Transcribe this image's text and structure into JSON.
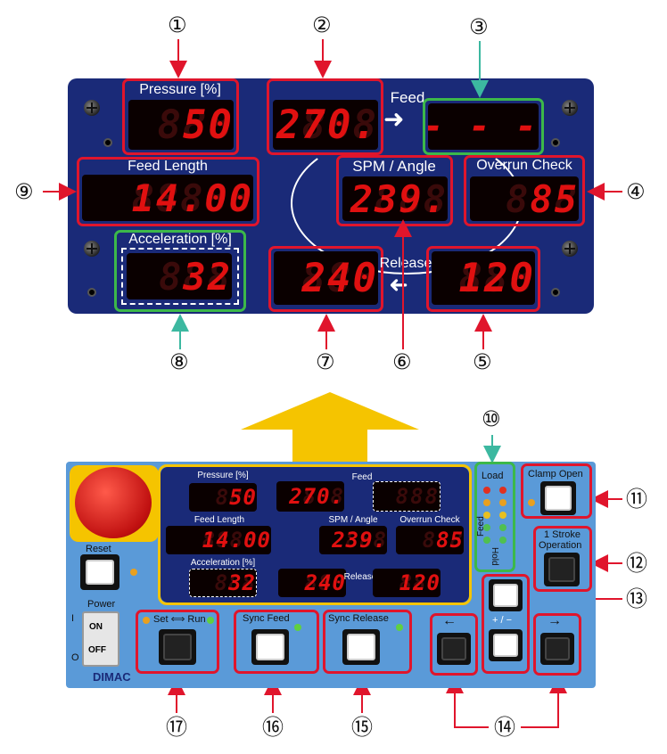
{
  "callouts": [
    "①",
    "②",
    "③",
    "④",
    "⑤",
    "⑥",
    "⑦",
    "⑧",
    "⑨",
    "⑩",
    "⑪",
    "⑫",
    "⑬",
    "⑭",
    "⑮",
    "⑯",
    "⑰"
  ],
  "top_panel": {
    "pressure_label": "Pressure [%]",
    "pressure_value": "50",
    "feed_value": "270.",
    "feed_label": "Feed",
    "feed_indicator": "- - -",
    "feed_length_label": "Feed Length",
    "feed_length_value": "14.00",
    "spm_label": "SPM / Angle",
    "spm_value": "239.",
    "overrun_label": "Overrun Check",
    "overrun_value": "85",
    "accel_label": "Acceleration [%]",
    "accel_value": "32",
    "release_value": "240",
    "release_label": "Release",
    "release_right_value": "120"
  },
  "bottom_panel": {
    "reset_label": "Reset",
    "power_label": "Power",
    "power_on": "ON",
    "power_off": "OFF",
    "power_i": "I",
    "power_o": "O",
    "brand": "DIMAC",
    "pressure_label": "Pressure [%]",
    "pressure_value": "50",
    "feed_label": "Feed",
    "feed_value": "270.",
    "feed_indicator": "888",
    "feed_length_label": "Feed Length",
    "feed_length_value": "14.00",
    "spm_label": "SPM / Angle",
    "spm_value": "239.",
    "overrun_label": "Overrun Check",
    "overrun_value": "85",
    "accel_label": "Acceleration [%]",
    "accel_value": "32",
    "release_label": "Release",
    "release_value": "240",
    "release_right_value": "120",
    "load_label": "Load",
    "feed_vertical": "Feed",
    "hold_vertical": "Hold",
    "clamp_open_label": "Clamp Open",
    "one_stroke_label_1": "1 Stroke",
    "one_stroke_label_2": "Operation",
    "plus_minus_label": "+ / −",
    "left_arrow": "←",
    "right_arrow": "→",
    "set_run_label": "Set ⟺ Run",
    "sync_feed_label": "Sync Feed",
    "sync_release_label": "Sync Release"
  },
  "colors": {
    "panel_blue": "#1a2a78",
    "housing_blue": "#5a9ad8",
    "callout_red": "#e0152c",
    "callout_green": "#3cb84a",
    "highlight_yellow": "#f5c400",
    "digit_red": "#e01010"
  }
}
